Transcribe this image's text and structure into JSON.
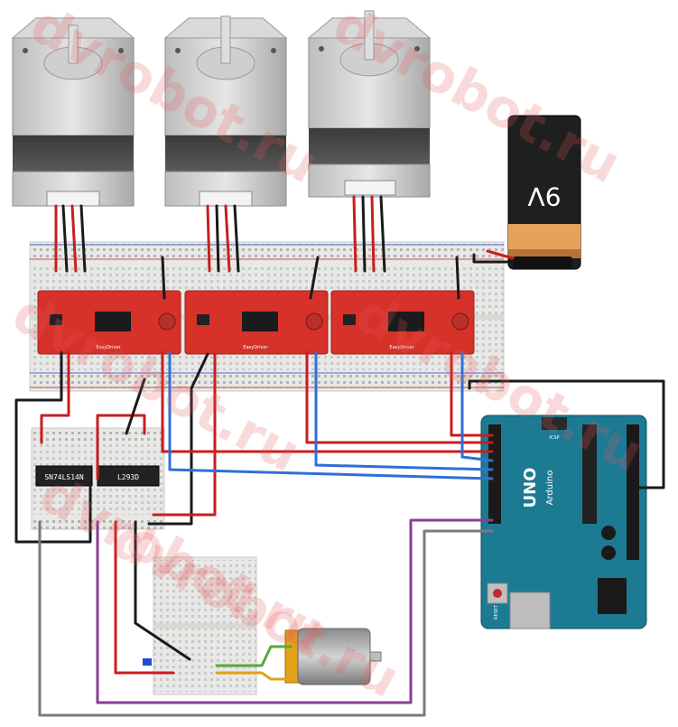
{
  "watermark": "dvrobot.ru",
  "components": {
    "ic_left": "SN74LS14N",
    "ic_right": "L293D",
    "battery": "9V",
    "arduino_brand": "Arduino",
    "arduino_model": "UNO",
    "arduino_icsp": "ICSP",
    "arduino_reset": "RESET",
    "driver_label": "EasyDriver"
  },
  "colors": {
    "wire_red": "#c81e1e",
    "wire_black": "#1a1a1a",
    "wire_blue": "#2f6fd6",
    "wire_purple": "#8a3e96",
    "wire_gray": "#7a7a7a",
    "wire_green": "#5aa83a",
    "wire_yellow": "#e0a21a",
    "driver_board": "#d6322a",
    "arduino_board": "#1c7a93",
    "breadboard": "#e8e8e6"
  }
}
